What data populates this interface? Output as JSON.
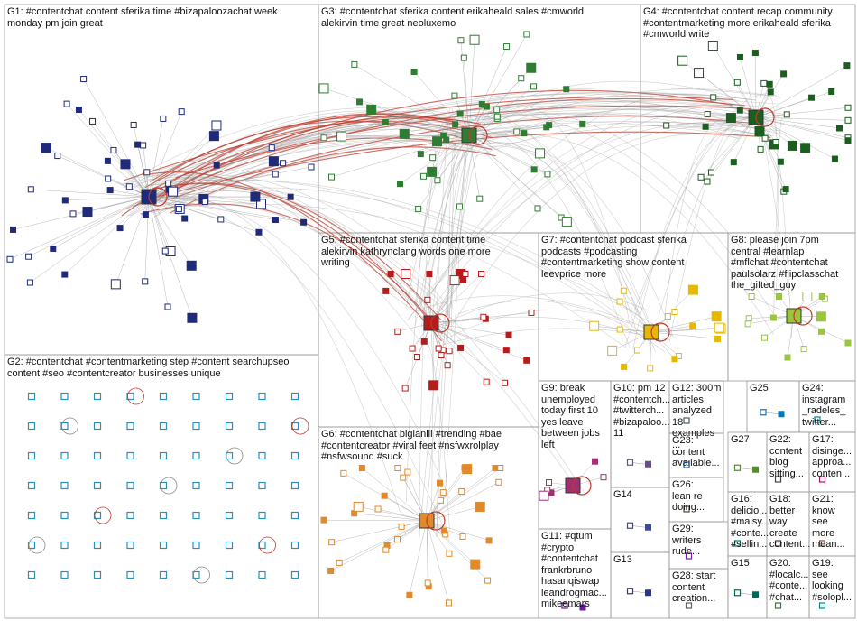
{
  "graph": {
    "edge_color": "#9a9a9a",
    "highlight_edge_color": "#c0392b",
    "border_color": "#9a9a9a",
    "groups": [
      {
        "id": "G1",
        "label": "G1: #contentchat content sferika time #bizapaloozachat week\nmonday pm join great",
        "node_color": "#1f2a7a",
        "nodes": 60
      },
      {
        "id": "G2",
        "label": "G2: #contentchat #contentmarketing step #content searchupseo\ncontent #seo #contentcreator businesses unique",
        "node_color": "#2a8fbf",
        "nodes": 54
      },
      {
        "id": "G3",
        "label": "G3: #contentchat sferika content erikaheald sales #cmworld\nalekirvin time great neoluxemo",
        "node_color": "#2e7d32",
        "nodes": 50
      },
      {
        "id": "G4",
        "label": "G4: #contentchat content recap community\n#contentmarketing more erikaheald sferika\n#cmworld write",
        "node_color": "#1b5e20",
        "nodes": 40
      },
      {
        "id": "G5",
        "label": "G5: #contentchat sferika content time\nalekirvin kathrynclang words one more\nwriting",
        "node_color": "#b71c1c",
        "nodes": 30
      },
      {
        "id": "G6",
        "label": "G6: #contentchat biglaniii #trending #bae\n#contentcreator #viral feet #nsfwxrolplay\n#nsfwsound #suck",
        "node_color": "#e08a2c",
        "nodes": 38
      },
      {
        "id": "G7",
        "label": "G7: #contentchat podcast sferika\npodcasts #podcasting\n#contentmarketing show content\nleevprice more",
        "node_color": "#e6b800",
        "nodes": 18
      },
      {
        "id": "G8",
        "label": "G8: please join 7pm\ncentral #learnlap\n#mflchat #contentchat\npaulsolarz #flipclasschat\nthe_gifted_guy",
        "node_color": "#9bc53d",
        "nodes": 14
      },
      {
        "id": "G9",
        "label": "G9: break\nunemployed\ntoday first 10\nyes leave\nbetween jobs\nleft",
        "node_color": "#a03070",
        "nodes": 6
      },
      {
        "id": "G10",
        "label": "G10: pm 12\n#contentch...\n#twitterch...\n#bizapaloo...\n11",
        "node_color": "#6a4c93",
        "nodes": 3
      },
      {
        "id": "G11",
        "label": "G11: #qtum\n#crypto\n#contentchat\nfrankrbruno\nhasanqiswap\nleandrogmac...\nmikeemars",
        "node_color": "#6a1b9a",
        "nodes": 4
      },
      {
        "id": "G12",
        "label": "G12: 300m\narticles\nanalyzed 18\nexamples ...",
        "node_color": "#455a64",
        "nodes": 2
      },
      {
        "id": "G13",
        "label": "G13",
        "node_color": "#283593",
        "nodes": 2
      },
      {
        "id": "G14",
        "label": "G14",
        "node_color": "#3949ab",
        "nodes": 2
      },
      {
        "id": "G15",
        "label": "G15",
        "node_color": "#00695c",
        "nodes": 2
      },
      {
        "id": "G16",
        "label": "G16:\ndelicio...\n#maisy...\n#conte...\n#sellin...",
        "node_color": "#00796b",
        "nodes": 2
      },
      {
        "id": "G17",
        "label": "G17:\ndisinge...\napproa...\nconten...",
        "node_color": "#ad1457",
        "nodes": 2
      },
      {
        "id": "G18",
        "label": "G18:\nbetter\nway\ncreate\ncontent...",
        "node_color": "#4e342e",
        "nodes": 2
      },
      {
        "id": "G19",
        "label": "G19:\nsee\nlooking\n#solopl...",
        "node_color": "#00897b",
        "nodes": 2
      },
      {
        "id": "G20",
        "label": "G20:\n#localc...\n#conte...\n#chat...",
        "node_color": "#2e7d32",
        "nodes": 2
      },
      {
        "id": "G21",
        "label": "G21:\nknow\nsee\nmore\nmean...",
        "node_color": "#6d4c41",
        "nodes": 2
      },
      {
        "id": "G22",
        "label": "G22:\ncontent\nblog\nsitting...",
        "node_color": "#37474f",
        "nodes": 2
      },
      {
        "id": "G23",
        "label": "G23:\ncontent\navailable...",
        "node_color": "#1565c0",
        "nodes": 2
      },
      {
        "id": "G24",
        "label": "G24:\ninstagram\n_radeles_\ntwitter...",
        "node_color": "#00838f",
        "nodes": 2
      },
      {
        "id": "G25",
        "label": "G25",
        "node_color": "#0277bd",
        "nodes": 2
      },
      {
        "id": "G26",
        "label": "G26:\nlean re\ndoing...",
        "node_color": "#5d4037",
        "nodes": 2
      },
      {
        "id": "G27",
        "label": "G27",
        "node_color": "#558b2f",
        "nodes": 2
      },
      {
        "id": "G28",
        "label": "G28: start\ncontent\ncreation...",
        "node_color": "#616161",
        "nodes": 2
      },
      {
        "id": "G29",
        "label": "G29:\nwriters\nrude...",
        "node_color": "#7b1fa2",
        "nodes": 2
      }
    ]
  }
}
